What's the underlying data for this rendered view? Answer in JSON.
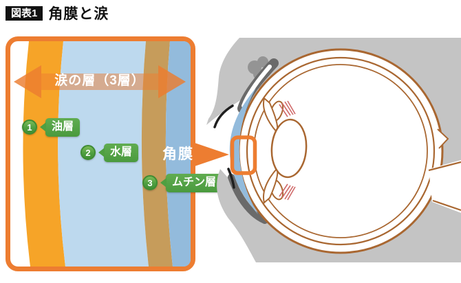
{
  "header": {
    "badge": "図表1",
    "title": "角膜と涙"
  },
  "panel": {
    "arrow_label": "涙の層（3層）",
    "cornea_label": "角膜",
    "layers": [
      {
        "num": "1",
        "label": "油層"
      },
      {
        "num": "2",
        "label": "水層"
      },
      {
        "num": "3",
        "label": "ムチン層"
      }
    ],
    "colors": {
      "panel_border": "#ED7D31",
      "oil_layer": "#F6A428",
      "water_layer": "#BDD9EE",
      "mucin_layer": "#C69C5B",
      "cornea_band": "#93BBDC",
      "badge_green": "#55A545",
      "arrow_orange": "#ED7D31"
    }
  },
  "eye": {
    "colors": {
      "face_grey": "#C4C4C4",
      "outline_brown": "#A96731",
      "tear_film_blue": "#93BBDC",
      "highlight_orange": "#ED7D31",
      "gland_grey": "#6A6A6A",
      "zonule_pink": "#D06A6A"
    }
  }
}
